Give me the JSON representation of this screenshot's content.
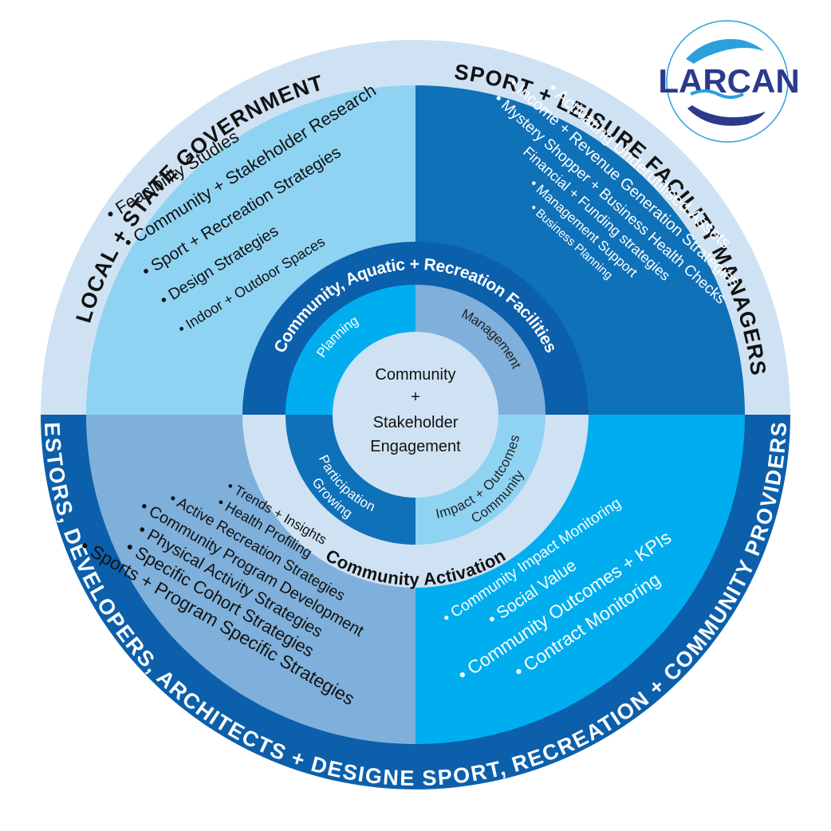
{
  "logo": {
    "text": "LARCAN",
    "colors": {
      "primary": "#2a3a8c",
      "accent": "#2aa0dc"
    }
  },
  "colors": {
    "outer_ring": "#cfe2f3",
    "q_top_left": "#8fd3f3",
    "q_top_right": "#0f71b8",
    "q_bottom_left": "#7fb0db",
    "q_bottom_right": "#00aeef",
    "band_bottom_outer": "#0c5fab",
    "ring_facilities": "#0c5fab",
    "ring_activation": "#cfe2f3",
    "seg_planning": "#00aeef",
    "seg_management": "#7fb0db",
    "seg_participation": "#0f71b8",
    "seg_impact": "#8fd3f3",
    "center": "#cfe2f3"
  },
  "outer_ring": {
    "top_left": "LOCAL + STATE GOVERNMENT",
    "top_right": "SPORT + LEISURE FACILITY MANAGERS",
    "bottom_left": "INVESTORS, DEVELOPERS, ARCHITECTS + DESIGNERS",
    "bottom_right": "SPORT, RECREATION + COMMUNITY PROVIDERS"
  },
  "quadrants": {
    "top_left": [
      "• Feacibility Studies",
      "• Community + Stakeholder Research",
      "• Sport + Recreation Strategies",
      "• Design Strategies",
      "• Indoor + Outdoor Spaces"
    ],
    "top_right": [
      "• Activating Underutilised Assets",
      "• Income + Revenue Generation Strategies",
      "• Mystery Shopper + Business Health Checks",
      "Financial + Funding strategies",
      "• Management Support",
      "• Business Planning"
    ],
    "bottom_left": [
      "• Trends + Insights",
      "• Health Profiling",
      "• Active Recreation Strategies",
      "• Community Program Development",
      "• Physical Activity Strategies",
      "• Specific Cohort Strategies",
      "• Sports + Program Specific Strategies"
    ],
    "bottom_right": [
      "• Community Impact Monitoring",
      "• Social Value",
      "• Community Outcomes + KPIs",
      "• Contract Monitoring"
    ]
  },
  "rings": {
    "facilities": "Community, Aquatic + Recreation Facilities",
    "activation": "Community Activation"
  },
  "segments": {
    "planning": "Planning",
    "management": "Management",
    "participation_line1": "Growing",
    "participation_line2": "Participation",
    "impact_line1": "Community",
    "impact_line2": "Impact + Outcomes"
  },
  "center": {
    "line1": "Community",
    "line2": "+",
    "line3": "Stakeholder",
    "line4": "Engagement"
  }
}
